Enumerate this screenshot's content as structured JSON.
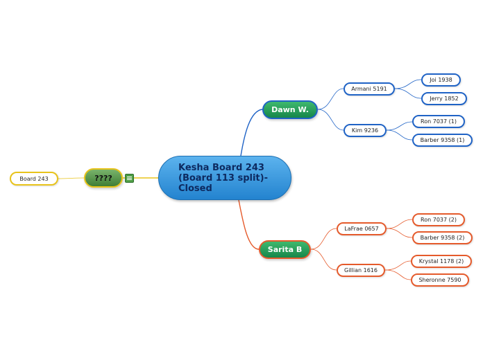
{
  "central": {
    "label": "Kesha Board 243\n(Board 113 split)-\nClosed"
  },
  "branches": {
    "dawn": {
      "label": "Dawn W.",
      "children": {
        "armani": {
          "label": "Armani 5191",
          "children": [
            "Joi 1938",
            "Jerry 1852"
          ]
        },
        "kim": {
          "label": "Kim 9236",
          "children": [
            "Ron 7037 (1)",
            "Barber 9358 (1)"
          ]
        }
      }
    },
    "sarita": {
      "label": "Sarita B",
      "children": {
        "lafrae": {
          "label": "LaFrae 0657",
          "children": [
            "Ron 7037 (2)",
            "Barber 9358 (2)"
          ]
        },
        "gillian": {
          "label": "Gillian 1616",
          "children": [
            "Krystal 1178 (2)",
            "Sheronne 7590"
          ]
        }
      }
    },
    "unknown": {
      "label": "????",
      "children": [
        "Board 243"
      ]
    }
  },
  "colors": {
    "blue_branch": "#1f63c6",
    "orange_branch": "#e55a2b",
    "yellow_branch": "#e8c31a",
    "central_fill": "#3a9be3",
    "main_node_fill": "#24a05a"
  }
}
